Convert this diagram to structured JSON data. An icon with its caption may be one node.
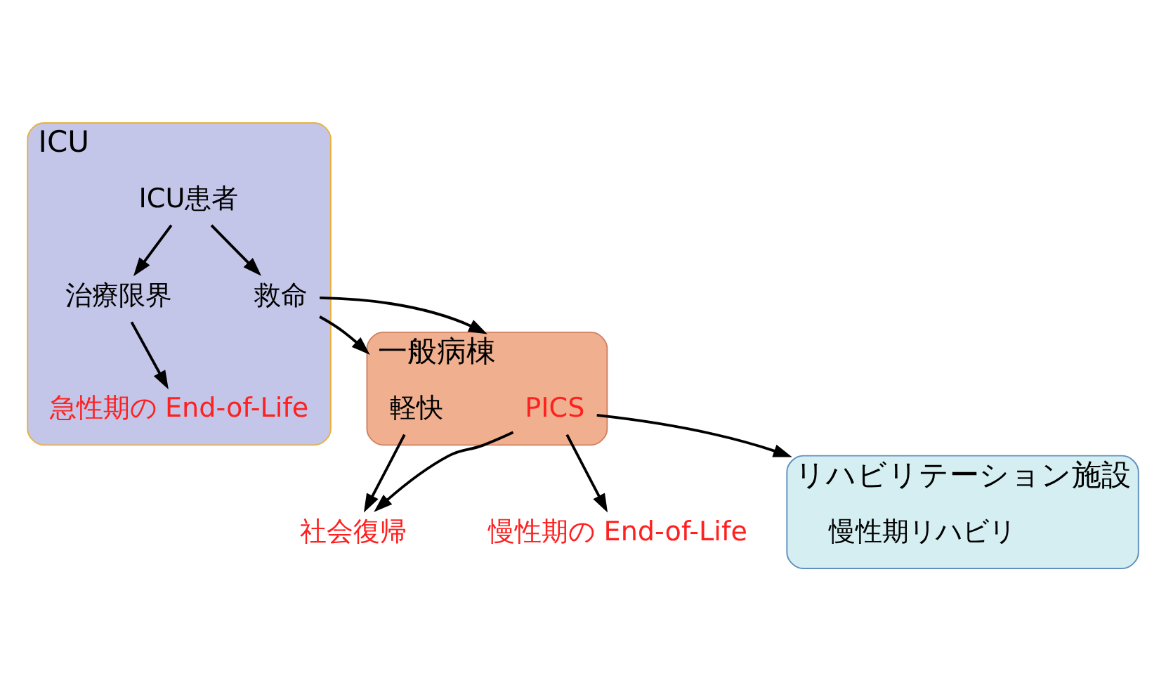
{
  "diagram": {
    "nodes": [
      {
        "text": [
          "ICU"
        ]
      },
      {
        "text": [
          "ICU患者"
        ],
        "in": 0
      },
      {
        "text": [
          "救命"
        ],
        "in": 0
      },
      {
        "text": [
          "治療限界"
        ],
        "in": 0
      },
      {
        "text": [
          "急性期の End-of-Life"
        ],
        "in": 0
      },
      {
        "text": [
          "一般病棟"
        ]
      },
      {
        "text": [
          "軽快"
        ],
        "in": 5
      },
      {
        "text": [
          "PICS"
        ],
        "in": 5
      },
      {
        "text": [
          "慢性期の End-of-Life"
        ]
      },
      {
        "text": [
          "リハビリテーション施設"
        ]
      },
      {
        "text": [
          "社会復帰"
        ]
      },
      {
        "text": [
          "慢性期リハビリ"
        ],
        "in": 9
      }
    ],
    "edges": [
      {
        "from": 1,
        "to": 2,
        "arrow": "to"
      },
      {
        "from": 1,
        "to": 3,
        "arrow": "to"
      },
      {
        "from": 3,
        "to": 4,
        "arrow": "to"
      },
      {
        "from": 2,
        "to": 6,
        "arrow": "to"
      },
      {
        "from": 2,
        "to": 7,
        "arrow": "to"
      },
      {
        "from": 7,
        "to": 8,
        "arrow": "to"
      },
      {
        "from": 6,
        "to": 10,
        "arrow": "to"
      },
      {
        "from": 7,
        "to": 10,
        "arrow": "to"
      },
      {
        "from": 7,
        "to": 11,
        "arrow": "to"
      }
    ]
  }
}
